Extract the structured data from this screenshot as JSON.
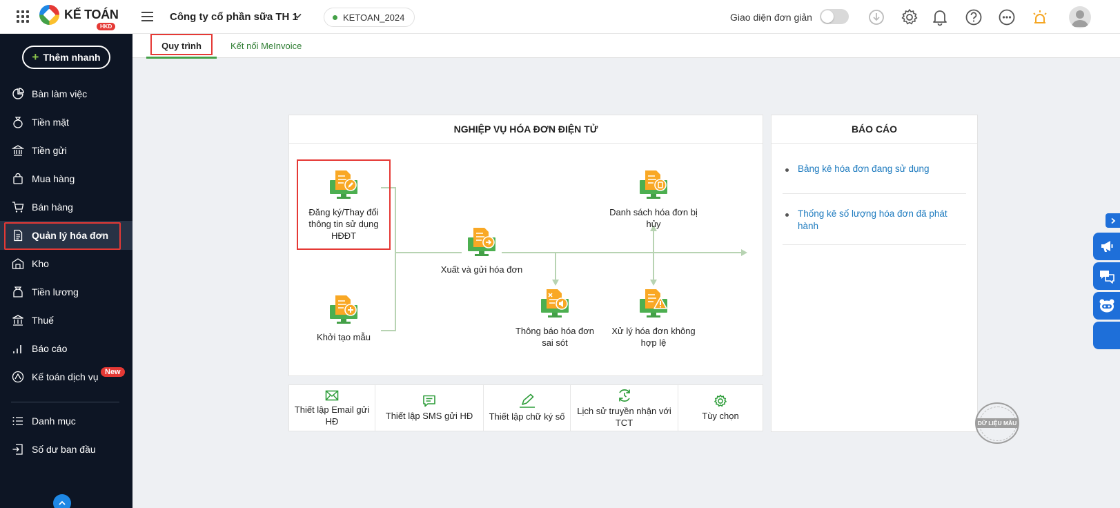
{
  "header": {
    "logo_text": "KẾ TOÁN",
    "logo_badge": "HKD",
    "company_name": "Công ty cổ phần sữa TH 1",
    "database_name": "KETOAN_2024",
    "simple_ui_label": "Giao diện đơn giản",
    "simple_ui_enabled": false
  },
  "sidebar": {
    "quick_add": "Thêm nhanh",
    "items": [
      {
        "label": "Bàn làm việc",
        "icon": "dashboard-icon"
      },
      {
        "label": "Tiền mặt",
        "icon": "money-bag-icon"
      },
      {
        "label": "Tiền gửi",
        "icon": "bank-icon"
      },
      {
        "label": "Mua hàng",
        "icon": "shopping-bag-icon"
      },
      {
        "label": "Bán hàng",
        "icon": "cart-icon"
      },
      {
        "label": "Quản lý hóa đơn",
        "icon": "invoice-icon"
      },
      {
        "label": "Kho",
        "icon": "warehouse-icon"
      },
      {
        "label": "Tiền lương",
        "icon": "payroll-icon"
      },
      {
        "label": "Thuế",
        "icon": "tax-icon"
      },
      {
        "label": "Báo cáo",
        "icon": "report-icon"
      },
      {
        "label": "Kế toán dịch vụ",
        "icon": "service-icon",
        "badge": "New"
      },
      {
        "label": "Danh mục",
        "icon": "list-icon"
      },
      {
        "label": "Số dư ban đầu",
        "icon": "opening-balance-icon"
      }
    ],
    "active_index": 5
  },
  "tabs": [
    {
      "label": "Quy trình",
      "active": true
    },
    {
      "label": "Kết nối MeInvoice",
      "active": false
    }
  ],
  "process_panel": {
    "title": "NGHIỆP VỤ HÓA ĐƠN ĐIỆN TỬ",
    "nodes": {
      "register": "Đăng ký/Thay đổi thông tin sử dụng HĐĐT",
      "create_template": "Khởi tạo mẫu",
      "issue_send": "Xuất và gửi hóa đơn",
      "cancelled_list": "Danh sách hóa đơn bị hủy",
      "error_notice": "Thông báo hóa đơn sai sót",
      "invalid_handling": "Xử lý hóa đơn không hợp lệ"
    }
  },
  "bottom_bar": [
    {
      "label": "Thiết lập Email gửi HĐ",
      "icon": "email-icon"
    },
    {
      "label": "Thiết lập SMS gửi HĐ",
      "icon": "sms-icon"
    },
    {
      "label": "Thiết lập chữ ký số",
      "icon": "signature-icon"
    },
    {
      "label": "Lịch sử truyền nhận với TCT",
      "icon": "sync-history-icon"
    },
    {
      "label": "Tùy chọn",
      "icon": "gear-icon"
    }
  ],
  "report_panel": {
    "title": "BÁO CÁO",
    "links": [
      "Bảng kê hóa đơn đang sử dụng",
      "Thống kê số lượng hóa đơn đã phát hành"
    ]
  },
  "stamp_text": "DỮ LIỆU MẪU",
  "colors": {
    "sidebar_bg": "#0d1524",
    "accent_green": "#43a047",
    "highlight_red": "#e53935",
    "link_blue": "#1e7bbf",
    "dock_blue": "#1e6fd9"
  }
}
